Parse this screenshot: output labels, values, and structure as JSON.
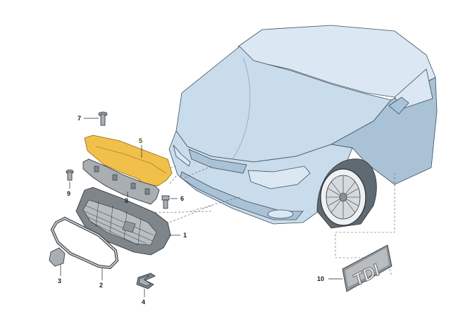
{
  "callouts": {
    "c1": "1",
    "c2": "2",
    "c3": "3",
    "c4": "4",
    "c5": "5",
    "c6": "6",
    "c7": "7",
    "c8": "8",
    "c9": "9",
    "c10": "10"
  },
  "badge": {
    "text": "TDI"
  },
  "colors": {
    "car_body": "#c9dceb",
    "part_grey": "#a9aeb3",
    "highlight": "#f1c04a"
  }
}
